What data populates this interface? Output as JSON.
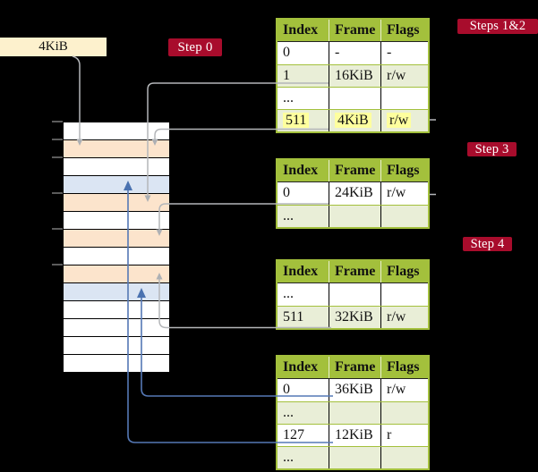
{
  "diagram": {
    "frame_size_label": "4KiB",
    "steps": [
      {
        "label": "Step 0"
      },
      {
        "label": "Steps 1&2"
      },
      {
        "label": "Step 3"
      },
      {
        "label": "Step 4"
      }
    ],
    "tables": [
      {
        "name": "level0-page-table",
        "headers": [
          "Index",
          "Frame",
          "Flags"
        ],
        "rows": [
          {
            "cells": [
              "0",
              "-",
              "-"
            ],
            "highlight": false
          },
          {
            "cells": [
              "1",
              "16KiB",
              "r/w"
            ],
            "highlight": false
          },
          {
            "cells": [
              "...",
              "",
              ""
            ],
            "highlight": false
          },
          {
            "cells": [
              "511",
              "4KiB",
              "r/w"
            ],
            "highlight": true
          }
        ]
      },
      {
        "name": "level1-page-table-a",
        "headers": [
          "Index",
          "Frame",
          "Flags"
        ],
        "rows": [
          {
            "cells": [
              "0",
              "24KiB",
              "r/w"
            ],
            "highlight": false
          },
          {
            "cells": [
              "...",
              "",
              ""
            ],
            "highlight": false
          }
        ]
      },
      {
        "name": "level1-page-table-b",
        "headers": [
          "Index",
          "Frame",
          "Flags"
        ],
        "rows": [
          {
            "cells": [
              "...",
              "",
              ""
            ],
            "highlight": false
          },
          {
            "cells": [
              "511",
              "32KiB",
              "r/w"
            ],
            "highlight": false
          }
        ]
      },
      {
        "name": "level2-page-table",
        "headers": [
          "Index",
          "Frame",
          "Flags"
        ],
        "rows": [
          {
            "cells": [
              "0",
              "36KiB",
              "r/w"
            ],
            "highlight": false
          },
          {
            "cells": [
              "...",
              "",
              ""
            ],
            "highlight": false
          },
          {
            "cells": [
              "127",
              "12KiB",
              "r"
            ],
            "highlight": false
          },
          {
            "cells": [
              "...",
              "",
              ""
            ],
            "highlight": false
          }
        ]
      }
    ],
    "memory": {
      "row_count": 14,
      "row_colors": [
        "white",
        "orange",
        "white",
        "blue",
        "orange",
        "white",
        "orange",
        "white",
        "orange",
        "blue",
        "white",
        "white",
        "white",
        "white"
      ]
    },
    "colors": {
      "background": "#000000",
      "table_header_green": "#a3c03c",
      "table_row_green": "#e9eed7",
      "highlight_yellow": "#feff9e",
      "step_label_red": "#a80c2c",
      "memory_page_orange": "#fce4cc",
      "memory_page_blue": "#dbe5f3",
      "frame_box_cream": "#fdf1cd",
      "arrow_gray": "#b4b6b9",
      "arrow_blue": "#5578b5"
    }
  }
}
